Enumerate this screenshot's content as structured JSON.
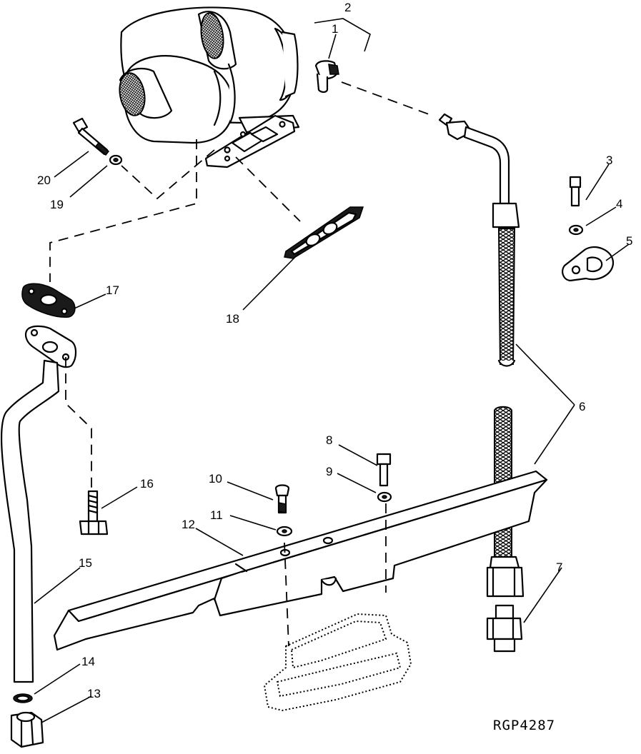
{
  "figure_ref": "RGP4287",
  "callouts": {
    "c1": "1",
    "c2": "2",
    "c3": "3",
    "c4": "4",
    "c5": "5",
    "c6": "6",
    "c7": "7",
    "c8": "8",
    "c9": "9",
    "c10": "10",
    "c11": "11",
    "c12": "12",
    "c13": "13",
    "c14": "14",
    "c15": "15",
    "c16": "16",
    "c17": "17",
    "c18": "18",
    "c19": "19",
    "c20": "20"
  }
}
